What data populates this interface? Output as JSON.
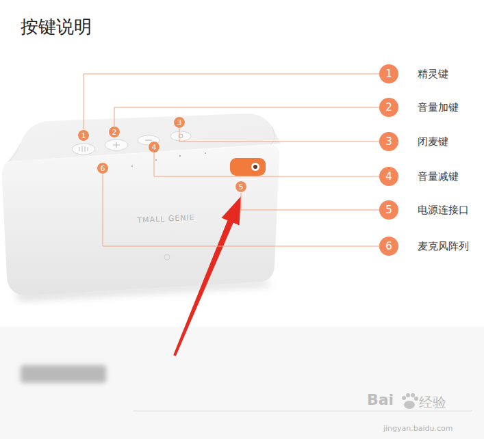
{
  "diagram": {
    "title": "按键说明",
    "nodes": [
      {
        "text": [
          "1"
        ]
      },
      {
        "text": [
          "2"
        ]
      },
      {
        "text": [
          "3"
        ]
      },
      {
        "text": [
          "4"
        ]
      },
      {
        "text": [
          "5"
        ]
      },
      {
        "text": [
          "6"
        ]
      },
      {
        "text": [
          "1",
          "精灵键"
        ]
      },
      {
        "text": [
          "2",
          "音量加键"
        ]
      },
      {
        "text": [
          "3",
          "闭麦键"
        ]
      },
      {
        "text": [
          "4",
          "音量减键"
        ]
      },
      {
        "text": [
          "5",
          "电源连接口"
        ]
      },
      {
        "text": [
          "6",
          "麦克风阵列"
        ]
      }
    ],
    "edges": [
      {
        "from": 0,
        "to": 6,
        "arrow": "none"
      },
      {
        "from": 1,
        "to": 7,
        "arrow": "none"
      },
      {
        "from": 2,
        "to": 8,
        "arrow": "none"
      },
      {
        "from": 3,
        "to": 9,
        "arrow": "none"
      },
      {
        "from": 4,
        "to": 10,
        "arrow": "none"
      },
      {
        "from": 5,
        "to": 11,
        "arrow": "none"
      }
    ],
    "labels": [
      "TMALL GENIE",
      "Bai",
      "经验",
      "jingyan.baidu.com"
    ]
  }
}
